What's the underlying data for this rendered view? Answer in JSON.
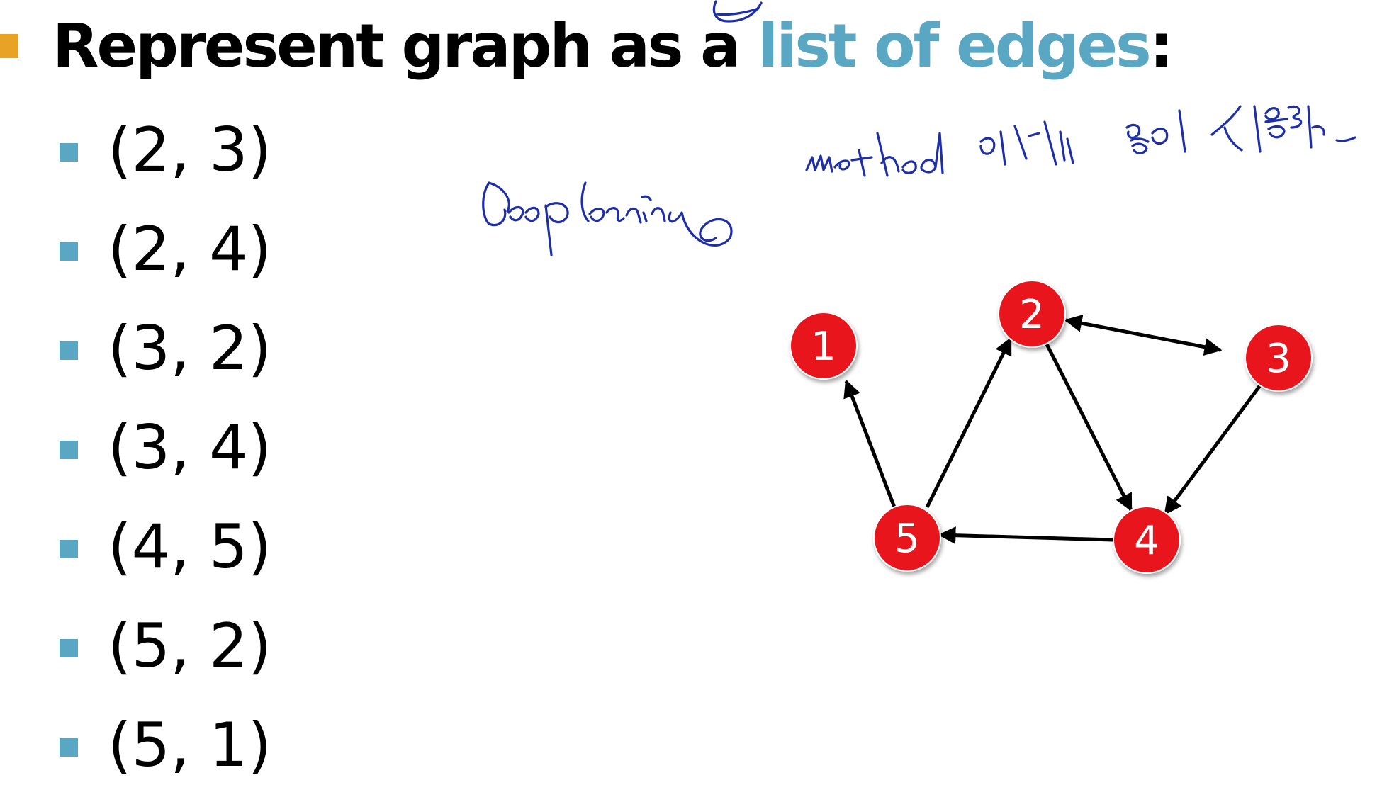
{
  "heading": {
    "prefix": "Represent graph as a ",
    "highlight": "list of edges",
    "suffix": ":",
    "bullet_color": "#e8a226",
    "highlight_color": "#5aa7c3"
  },
  "edges": [
    "(2, 3)",
    "(2, 4)",
    "(3, 2)",
    "(3, 4)",
    "(4, 5)",
    "(5, 2)",
    "(5, 1)"
  ],
  "graph": {
    "node_color": "#e8141e",
    "nodes": [
      "1",
      "2",
      "3",
      "4",
      "5"
    ]
  },
  "annotation": {
    "ink_color": "#1e2ea8"
  }
}
